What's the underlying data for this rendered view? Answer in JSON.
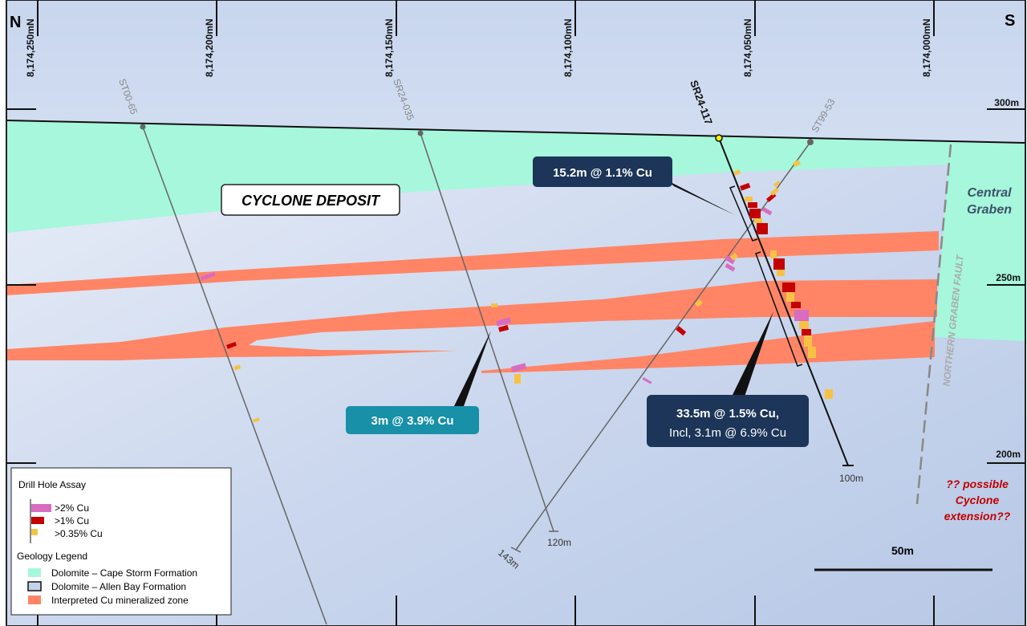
{
  "orientation": {
    "north": "N",
    "south": "S"
  },
  "northings": [
    "8,174,250mN",
    "8,174,200mN",
    "8,174,150mN",
    "8,174,100mN",
    "8,174,050mN",
    "8,174,000mN"
  ],
  "elevations": [
    "300m",
    "250m",
    "200m"
  ],
  "title": "CYCLONE DEPOSIT",
  "drill_holes": [
    {
      "name": "ST00-65"
    },
    {
      "name": "SR24-035",
      "depth": "120m"
    },
    {
      "name": "SR24-117",
      "depth": "100m"
    },
    {
      "name": "ST99-53",
      "depth": "143m"
    }
  ],
  "callouts": {
    "upper": "15.2m @ 1.1% Cu",
    "left": "3m @ 3.9% Cu",
    "main_line1": "33.5m @ 1.5% Cu,",
    "main_line2": "Incl, 3.1m @ 6.9% Cu"
  },
  "central_graben": [
    "Central",
    "Graben"
  ],
  "fault_label": "NORTHERN GRABEN FAULT",
  "extension_note": [
    "?? possible",
    "Cyclone",
    "extension??"
  ],
  "scale": "50m",
  "legend": {
    "assay_title": "Drill Hole Assay",
    "assay_items": [
      {
        "label": ">2% Cu",
        "color": "#d86cc0"
      },
      {
        "label": ">1% Cu",
        "color": "#c40000"
      },
      {
        "label": ">0.35% Cu",
        "color": "#f7c244"
      }
    ],
    "geology_title": "Geology Legend",
    "geology_items": [
      {
        "label": "Dolomite – Cape Storm Formation",
        "color": "#a6f7dc"
      },
      {
        "label": "Dolomite – Allen Bay Formation",
        "color": "#c2d3ea"
      },
      {
        "label": "Interpreted Cu mineralized zone",
        "color": "#ff8566"
      }
    ]
  }
}
